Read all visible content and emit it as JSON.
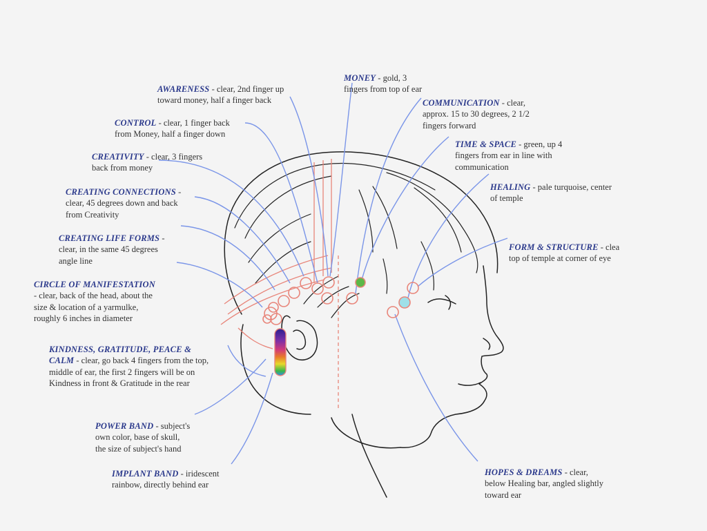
{
  "colors": {
    "title": "#2c3a8c",
    "pointer": "#7a95e8",
    "ring": "#e8857a",
    "money": "#f0dc3a",
    "communication": "#5cb848",
    "healing": "#9fe0e8",
    "outline": "#222222"
  },
  "labels": [
    {
      "id": "awareness",
      "title": "AWARENESS",
      "desc": " - clear, 2nd finger up\ntoward money, half a finger back"
    },
    {
      "id": "control",
      "title": "CONTROL",
      "desc": " - clear, 1 finger back\nfrom Money, half a finger down"
    },
    {
      "id": "creativity",
      "title": "CREATIVITY",
      "desc": " - clear, 3 fingers\nback from money"
    },
    {
      "id": "creating-connections",
      "title": "CREATING CONNECTIONS",
      "desc": " -\nclear, 45 degrees down and back\nfrom Creativity"
    },
    {
      "id": "creating-life-forms",
      "title": "CREATING LIFE FORMS",
      "desc": " -\nclear, in the same 45 degrees\nangle line"
    },
    {
      "id": "circle-of-manifestation",
      "title": "CIRCLE OF MANIFESTATION",
      "desc": "\n- clear, back of the head, about the\nsize & location of a yarmulke,\nroughly 6 inches in diameter"
    },
    {
      "id": "kindness",
      "title": "KINDNESS, GRATITUDE, PEACE &\nCALM",
      "desc": " - clear, go back 4 fingers from the top,\nmiddle of ear, the first 2 fingers will be on\nKindness in front & Gratitude in the rear"
    },
    {
      "id": "power-band",
      "title": "POWER BAND",
      "desc": " - subject's\nown color, base of skull,\nthe size of subject's hand"
    },
    {
      "id": "implant-band",
      "title": "IMPLANT BAND",
      "desc": " - iridescent\nrainbow, directly behind ear"
    },
    {
      "id": "money",
      "title": "MONEY",
      "desc": " - gold, 3\nfingers from top of ear"
    },
    {
      "id": "communication",
      "title": "COMMUNICATION",
      "desc": " - clear,\napprox. 15 to 30 degrees, 2 1/2\nfingers forward"
    },
    {
      "id": "time-space",
      "title": "TIME & SPACE",
      "desc": " - green, up 4\nfingers from ear in line with\ncommunication"
    },
    {
      "id": "healing",
      "title": "HEALING",
      "desc": " - pale turquoise, center\nof temple"
    },
    {
      "id": "form-structure",
      "title": "FORM & STRUCTURE",
      "desc": " - clea\ntop of temple at corner of eye"
    },
    {
      "id": "hopes-dreams",
      "title": "HOPES & DREAMS",
      "desc": " - clear,\nbelow Healing bar, angled slightly\ntoward ear"
    }
  ]
}
